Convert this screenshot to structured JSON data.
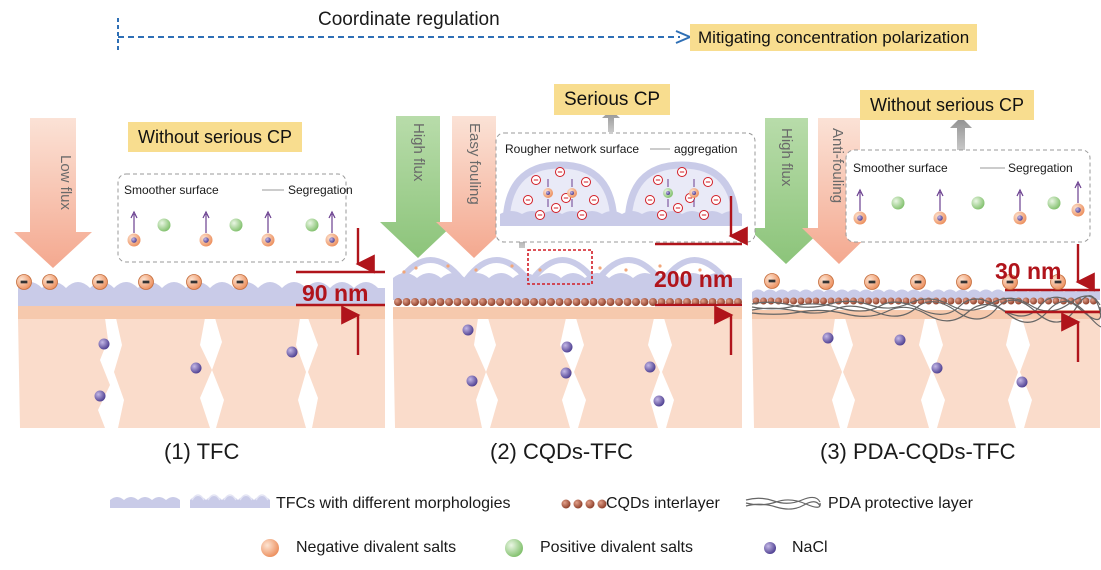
{
  "top": {
    "coordinate_label": "Coordinate regulation",
    "mitigating_label": "Mitigating concentration polarization"
  },
  "panel1": {
    "title": "(1)  TFC",
    "flux_label": "Low flux",
    "cp_label": "Without serious CP",
    "inset_left": "Smoother surface",
    "inset_right": "Segregation",
    "thickness": "90 nm"
  },
  "panel2": {
    "title": "(2)  CQDs-TFC",
    "flux_label": "High flux",
    "fouling_label": "Easy fouling",
    "cp_label": "Serious CP",
    "inset_left": "Rougher network surface",
    "inset_right": "aggregation",
    "thickness": "200 nm"
  },
  "panel3": {
    "title": "(3)  PDA-CQDs-TFC",
    "flux_label": "High flux",
    "fouling_label": "Anti-fouling",
    "cp_label": "Without serious CP",
    "inset_left": "Smoother surface",
    "inset_right": "Segregation",
    "thickness": "30 nm"
  },
  "legend": {
    "tfc_morph": "TFCs with different morphologies",
    "cqds": "CQDs interlayer",
    "pda": "PDA protective layer",
    "neg_salts": "Negative divalent salts",
    "pos_salts": "Positive divalent salts",
    "nacl": "NaCl"
  },
  "colors": {
    "support": "#fadccb",
    "tfc_layer": "#c9cbe8",
    "cqd": "#a8523a",
    "red_marker": "#b0141b",
    "label_bg": "#f8dd8f",
    "nacl": "#6a58a6",
    "neg_salt": "#f2a679",
    "pos_salt": "#9fd08e"
  }
}
